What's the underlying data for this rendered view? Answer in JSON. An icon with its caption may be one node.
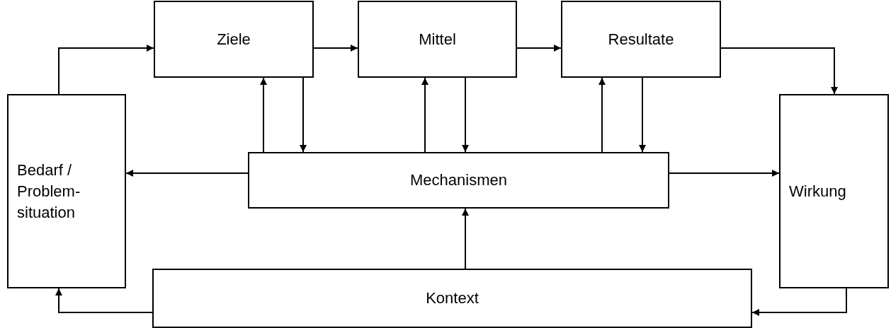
{
  "diagram": {
    "nodes": [
      {
        "text": [
          "Bedarf / Problem-situation"
        ]
      },
      {
        "text": [
          "Ziele"
        ]
      },
      {
        "text": [
          "Mittel"
        ]
      },
      {
        "text": [
          "Resultate"
        ]
      },
      {
        "text": [
          "Wirkung"
        ]
      },
      {
        "text": [
          "Mechanismen"
        ]
      },
      {
        "text": [
          "Kontext"
        ]
      }
    ],
    "edges": [
      {
        "from": 0,
        "to": 1,
        "arrow": "to"
      },
      {
        "from": 1,
        "to": 2,
        "arrow": "to"
      },
      {
        "from": 2,
        "to": 3,
        "arrow": "to"
      },
      {
        "from": 3,
        "to": 4,
        "arrow": "to"
      },
      {
        "from": 5,
        "to": 1,
        "arrow": "to"
      },
      {
        "from": 1,
        "to": 5,
        "arrow": "to"
      },
      {
        "from": 5,
        "to": 2,
        "arrow": "to"
      },
      {
        "from": 2,
        "to": 5,
        "arrow": "to"
      },
      {
        "from": 5,
        "to": 3,
        "arrow": "to"
      },
      {
        "from": 3,
        "to": 5,
        "arrow": "to"
      },
      {
        "from": 5,
        "to": 0,
        "arrow": "to"
      },
      {
        "from": 5,
        "to": 4,
        "arrow": "to"
      },
      {
        "from": 6,
        "to": 5,
        "arrow": "to"
      },
      {
        "from": 6,
        "to": 0,
        "arrow": "to"
      },
      {
        "from": 4,
        "to": 6,
        "arrow": "to"
      }
    ]
  }
}
